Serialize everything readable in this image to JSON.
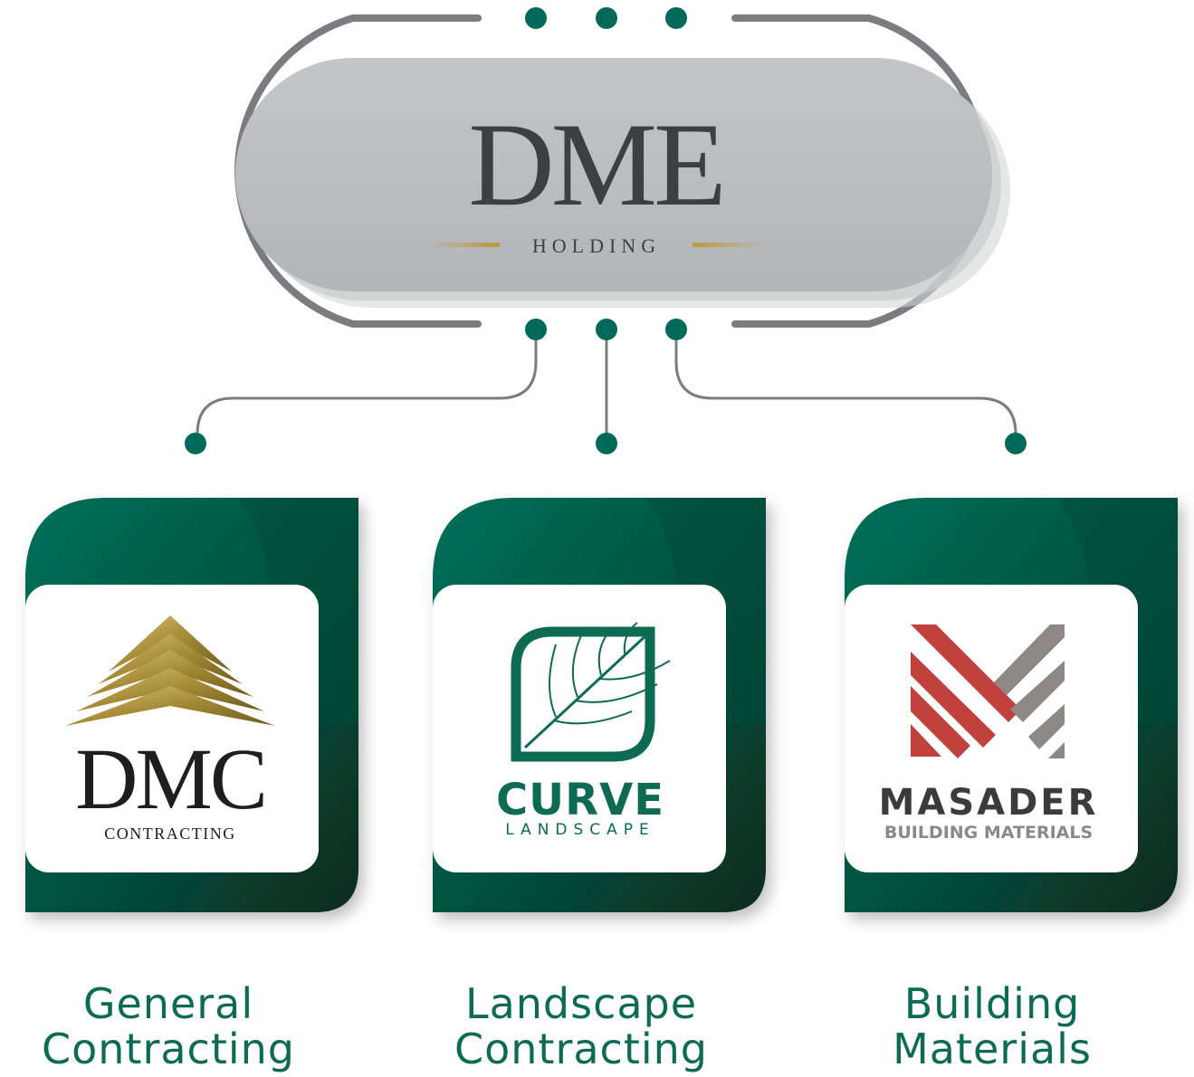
{
  "colors": {
    "accent_green": "#00695a",
    "dark_green": "#0b3f2c",
    "frame_gray": "#7a7c80",
    "pill_gray": "#bcbdbf",
    "gold": "#b89a3c",
    "masader_red": "#c0413b",
    "masader_gray": "#8d8885",
    "caption_green": "#0d6a53"
  },
  "holding": {
    "logo_text": "DME",
    "tagline": "HOLDING"
  },
  "companies": [
    {
      "logo_name": "DMC",
      "logo_sub": "CONTRACTING",
      "logo_icon": "roof-lines-icon",
      "caption_lines": [
        "General",
        "Contracting"
      ]
    },
    {
      "logo_name": "CURVE",
      "logo_sub": "LANDSCAPE",
      "logo_icon": "leaf-icon",
      "caption_lines": [
        "Landscape",
        "Contracting"
      ]
    },
    {
      "logo_name": "MASADER",
      "logo_sub": "BUILDING MATERIALS",
      "logo_icon": "m-stripes-icon",
      "caption_lines": [
        "Building",
        "Materials"
      ]
    }
  ]
}
